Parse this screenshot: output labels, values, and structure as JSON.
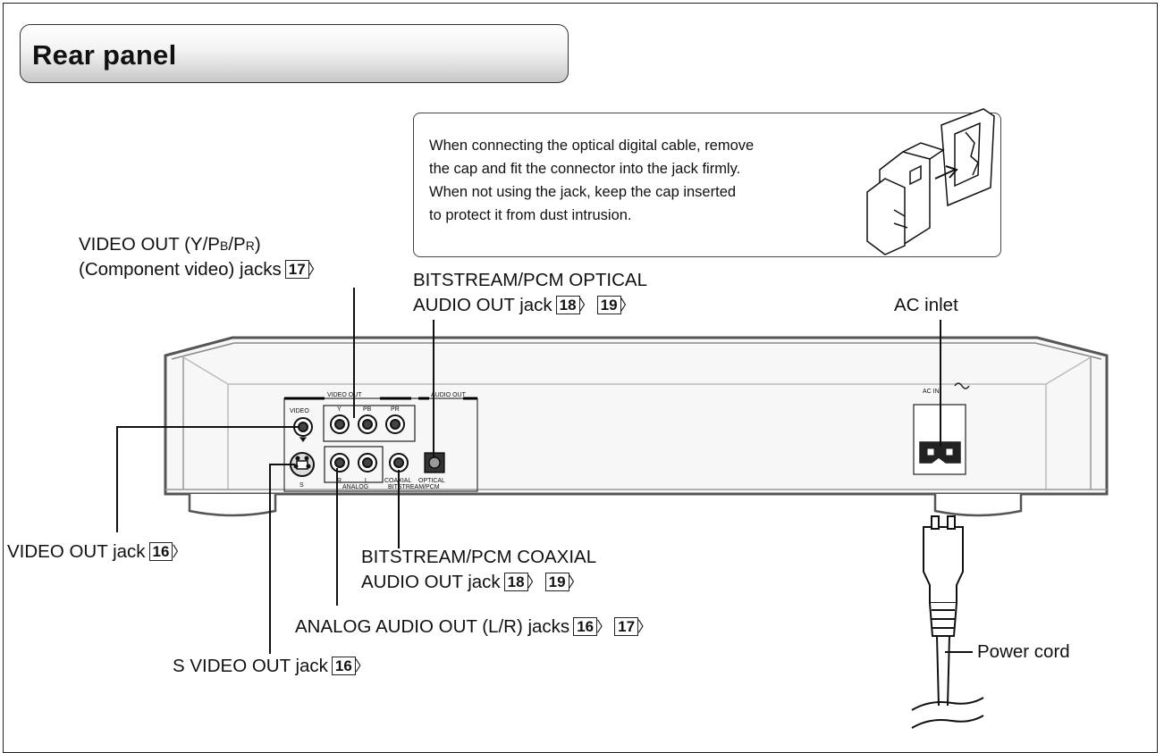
{
  "title": "Rear panel",
  "note": {
    "lines": [
      "When connecting the optical digital cable, remove",
      "the cap and fit the connector into the jack firmly.",
      "When not using the jack, keep the cap inserted",
      "to protect it from dust intrusion."
    ]
  },
  "labels": {
    "component_line1_a": "VIDEO OUT (Y/P",
    "component_line1_b": "B",
    "component_line1_c": "/P",
    "component_line1_d": "R",
    "component_line1_e": ")",
    "component_line2": "(Component video) jacks",
    "component_page": "17",
    "optical_line1": "BITSTREAM/PCM OPTICAL",
    "optical_line2": "AUDIO OUT jack",
    "optical_pages": [
      "18",
      "19"
    ],
    "ac_inlet": "AC inlet",
    "video_out": "VIDEO OUT jack",
    "video_out_page": "16",
    "coaxial_line1": "BITSTREAM/PCM COAXIAL",
    "coaxial_line2": "AUDIO OUT jack",
    "coaxial_pages": [
      "18",
      "19"
    ],
    "analog": "ANALOG AUDIO OUT (L/R) jacks",
    "analog_pages": [
      "16",
      "17"
    ],
    "s_video": "S VIDEO OUT jack",
    "s_video_page": "16",
    "power_cord": "Power cord"
  },
  "panel_markings": {
    "video_out_group": "VIDEO OUT",
    "audio_out_group": "AUDIO OUT",
    "video": "VIDEO",
    "y": "Y",
    "pb": "PB",
    "pr": "PR",
    "s": "S",
    "r": "R",
    "l": "L",
    "analog": "ANALOG",
    "coaxial": "COAXIAL",
    "optical": "OPTICAL",
    "bitstream": "BITSTREAM/PCM",
    "ac_in": "AC IN"
  }
}
